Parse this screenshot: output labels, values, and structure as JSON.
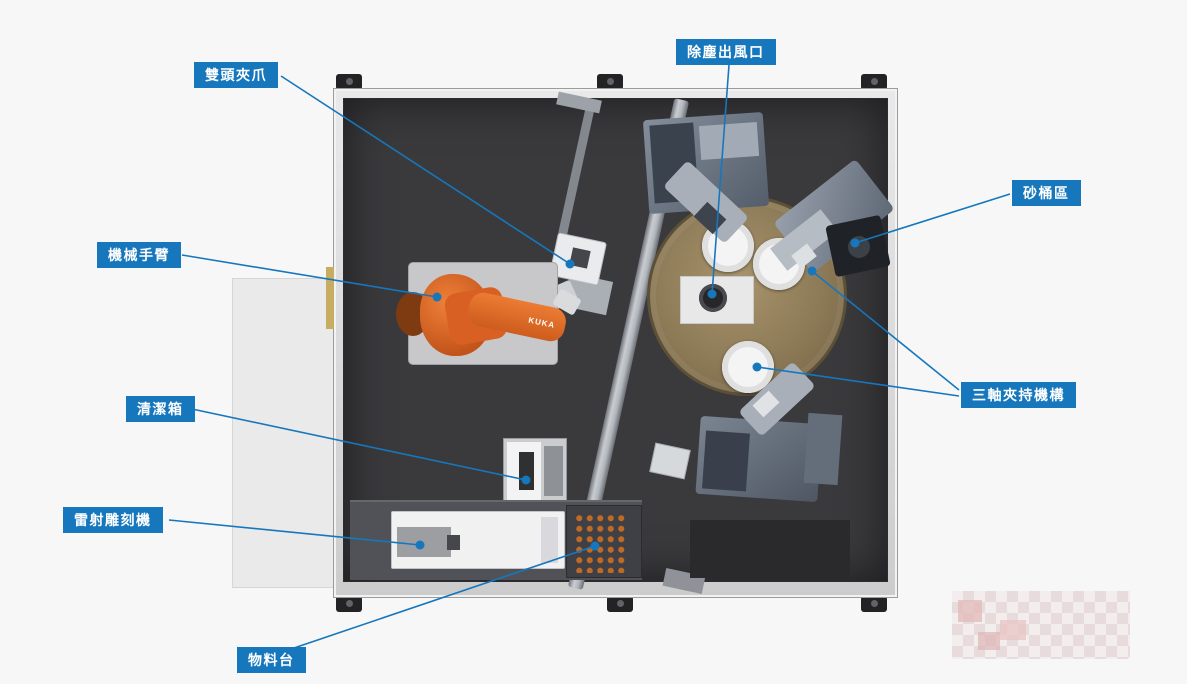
{
  "scene": {
    "robot_brand": "KUKA"
  },
  "colors": {
    "callout_background": "#1677bd",
    "callout_text": "#ffffff",
    "leader_line": "#1677bd",
    "chamber": "#3a3a3d",
    "turntable": "#8a7754",
    "robot_orange": "#d96023"
  },
  "labels": [
    {
      "id": "dual-head-gripper",
      "text": "雙頭夾爪"
    },
    {
      "id": "dust-extraction-outlet",
      "text": "除塵出風口"
    },
    {
      "id": "sand-bucket-area",
      "text": "砂桶區"
    },
    {
      "id": "robot-arm",
      "text": "機械手臂"
    },
    {
      "id": "cleaning-box",
      "text": "清潔箱"
    },
    {
      "id": "laser-engraver",
      "text": "雷射雕刻機"
    },
    {
      "id": "material-table",
      "text": "物料台"
    },
    {
      "id": "three-axis-clamping-mechanism",
      "text": "三軸夾持機構"
    }
  ]
}
